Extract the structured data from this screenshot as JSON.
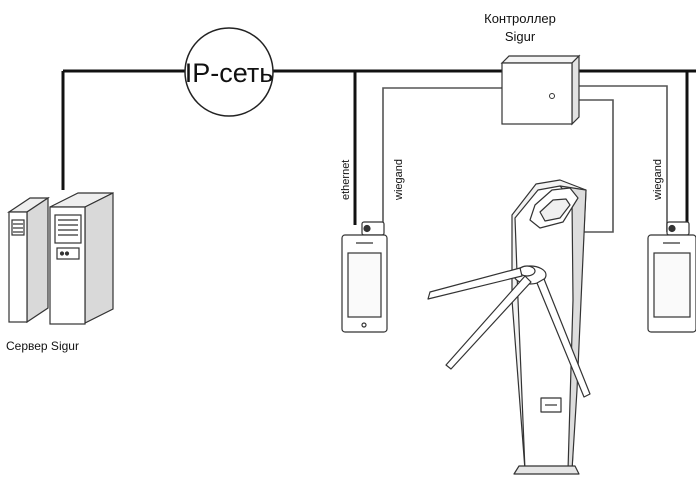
{
  "network": {
    "label": "IP-сеть"
  },
  "controller": {
    "label_line1": "Контроллер",
    "label_line2": "Sigur"
  },
  "server": {
    "label": "Сервер Sigur"
  },
  "cables": {
    "left_ethernet": "ethernet",
    "left_wiegand": "wiegand",
    "right_wiegand": "wiegand"
  },
  "colors": {
    "line": "#111111",
    "thin_line": "#555555",
    "stroke": "#333333"
  }
}
